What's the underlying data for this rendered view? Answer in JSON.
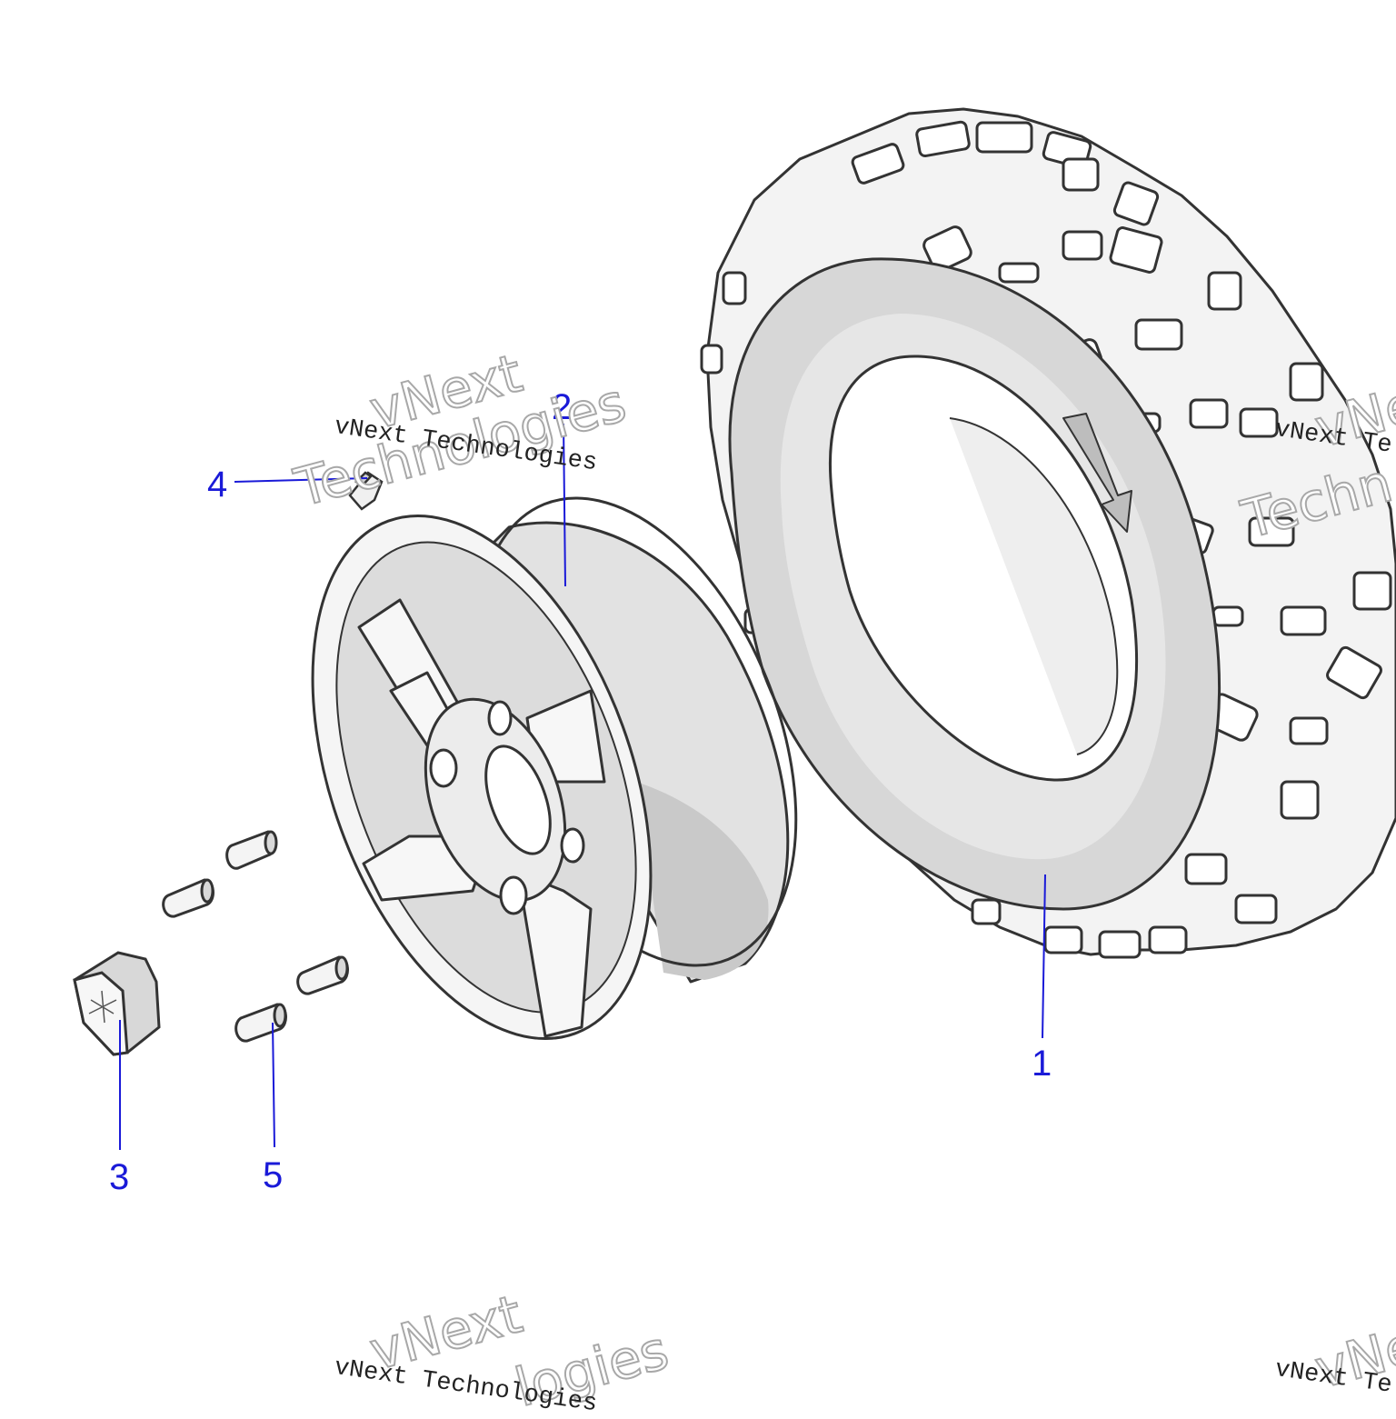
{
  "callouts": [
    {
      "id": "1",
      "label": "1"
    },
    {
      "id": "2",
      "label": "2"
    },
    {
      "id": "3",
      "label": "3"
    },
    {
      "id": "4",
      "label": "4"
    },
    {
      "id": "5",
      "label": "5"
    }
  ],
  "watermark": {
    "line_small": "vNext Technologies",
    "line_big_1": "vNext",
    "line_big_2": "Technologies",
    "partial_small_right": "vNext Te",
    "partial_big_right_1": "vNe",
    "partial_big_right_2": "Techn",
    "partial_big_bottom_2": "logies",
    "partial_small_bottom_right": "vNext Te",
    "partial_big_bottom_right": "vNe"
  },
  "colors": {
    "callout": "#1a1ad8",
    "outline": "#333333",
    "part_fill": "#f4f4f4",
    "shade": "#cfcfcf",
    "shade_dark": "#b5b5b5"
  }
}
